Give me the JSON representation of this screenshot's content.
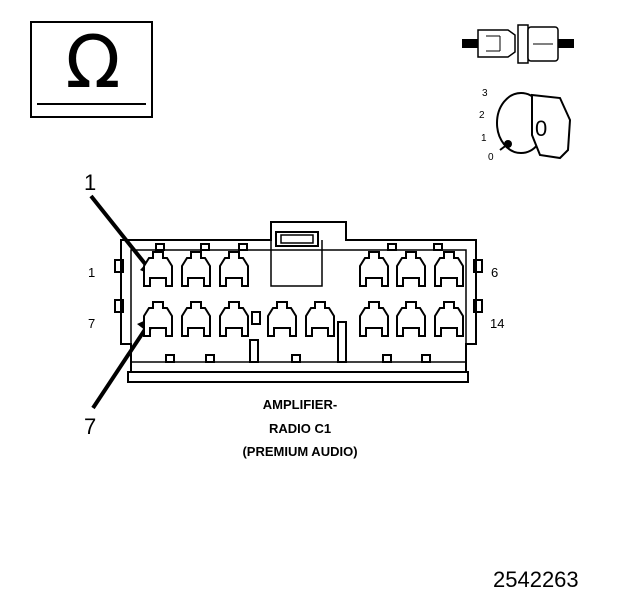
{
  "symbol": {
    "ohm": "Ω"
  },
  "ignition": {
    "positions": [
      "3",
      "2",
      "1",
      "0"
    ],
    "key_text": "0"
  },
  "callouts": {
    "top": "1",
    "bottom": "7"
  },
  "pin_labels": {
    "row1_left": "1",
    "row2_left": "7",
    "row1_right": "6",
    "row2_right": "14"
  },
  "caption": {
    "line1": "AMPLIFIER-",
    "line2": "RADIO C1",
    "line3": "(PREMIUM AUDIO)"
  },
  "figure_number": "2542263"
}
